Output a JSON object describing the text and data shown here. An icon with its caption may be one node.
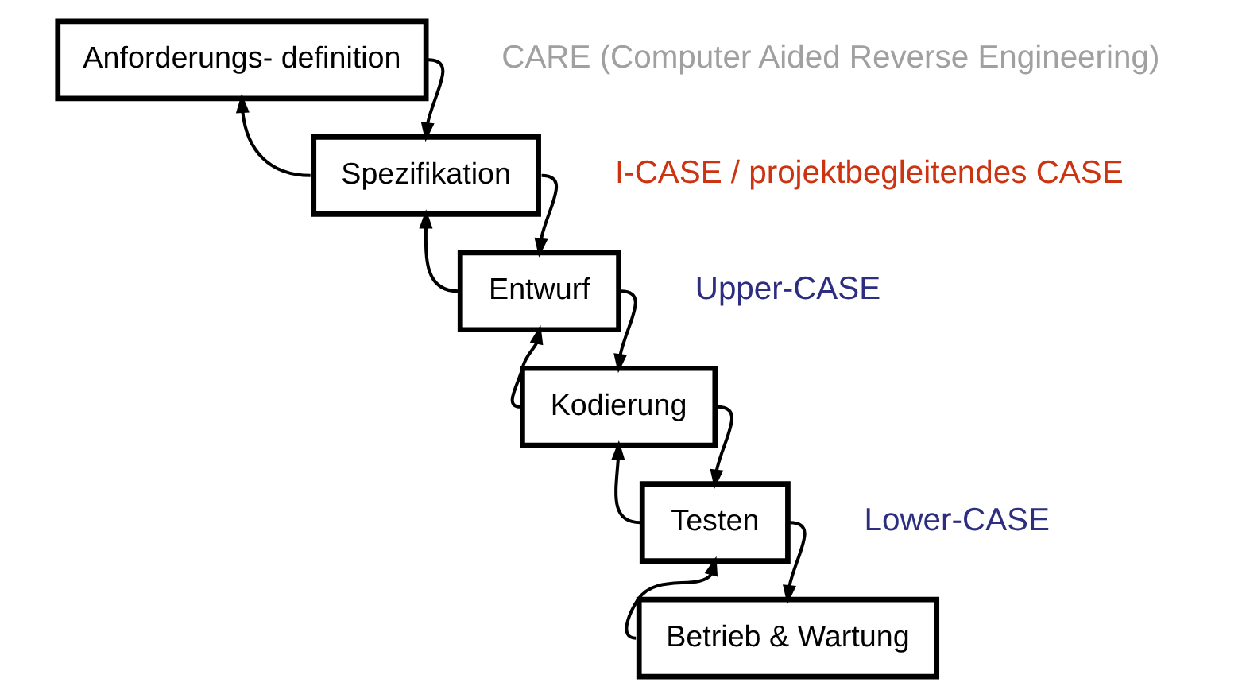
{
  "diagram": {
    "nodes": [
      {
        "text": [
          "Anforderungs- definition"
        ]
      },
      {
        "text": [
          "Spezifikation"
        ]
      },
      {
        "text": [
          "Entwurf"
        ]
      },
      {
        "text": [
          "Kodierung"
        ]
      },
      {
        "text": [
          "Testen"
        ]
      },
      {
        "text": [
          "Betrieb & Wartung"
        ]
      }
    ],
    "edges": [
      {
        "from": 0,
        "to": 1,
        "arrow": "to"
      },
      {
        "from": 1,
        "to": 0,
        "arrow": "to"
      },
      {
        "from": 1,
        "to": 2,
        "arrow": "to"
      },
      {
        "from": 2,
        "to": 1,
        "arrow": "to"
      },
      {
        "from": 2,
        "to": 3,
        "arrow": "to"
      },
      {
        "from": 3,
        "to": 2,
        "arrow": "to"
      },
      {
        "from": 3,
        "to": 4,
        "arrow": "to"
      },
      {
        "from": 4,
        "to": 3,
        "arrow": "to"
      },
      {
        "from": 4,
        "to": 5,
        "arrow": "to"
      },
      {
        "from": 5,
        "to": 4,
        "arrow": "to"
      }
    ],
    "labels": [
      "CARE (Computer Aided Reverse Engineering)",
      "I-CASE / projektbegleitendes CASE",
      "Upper-CASE",
      "Lower-CASE"
    ]
  }
}
